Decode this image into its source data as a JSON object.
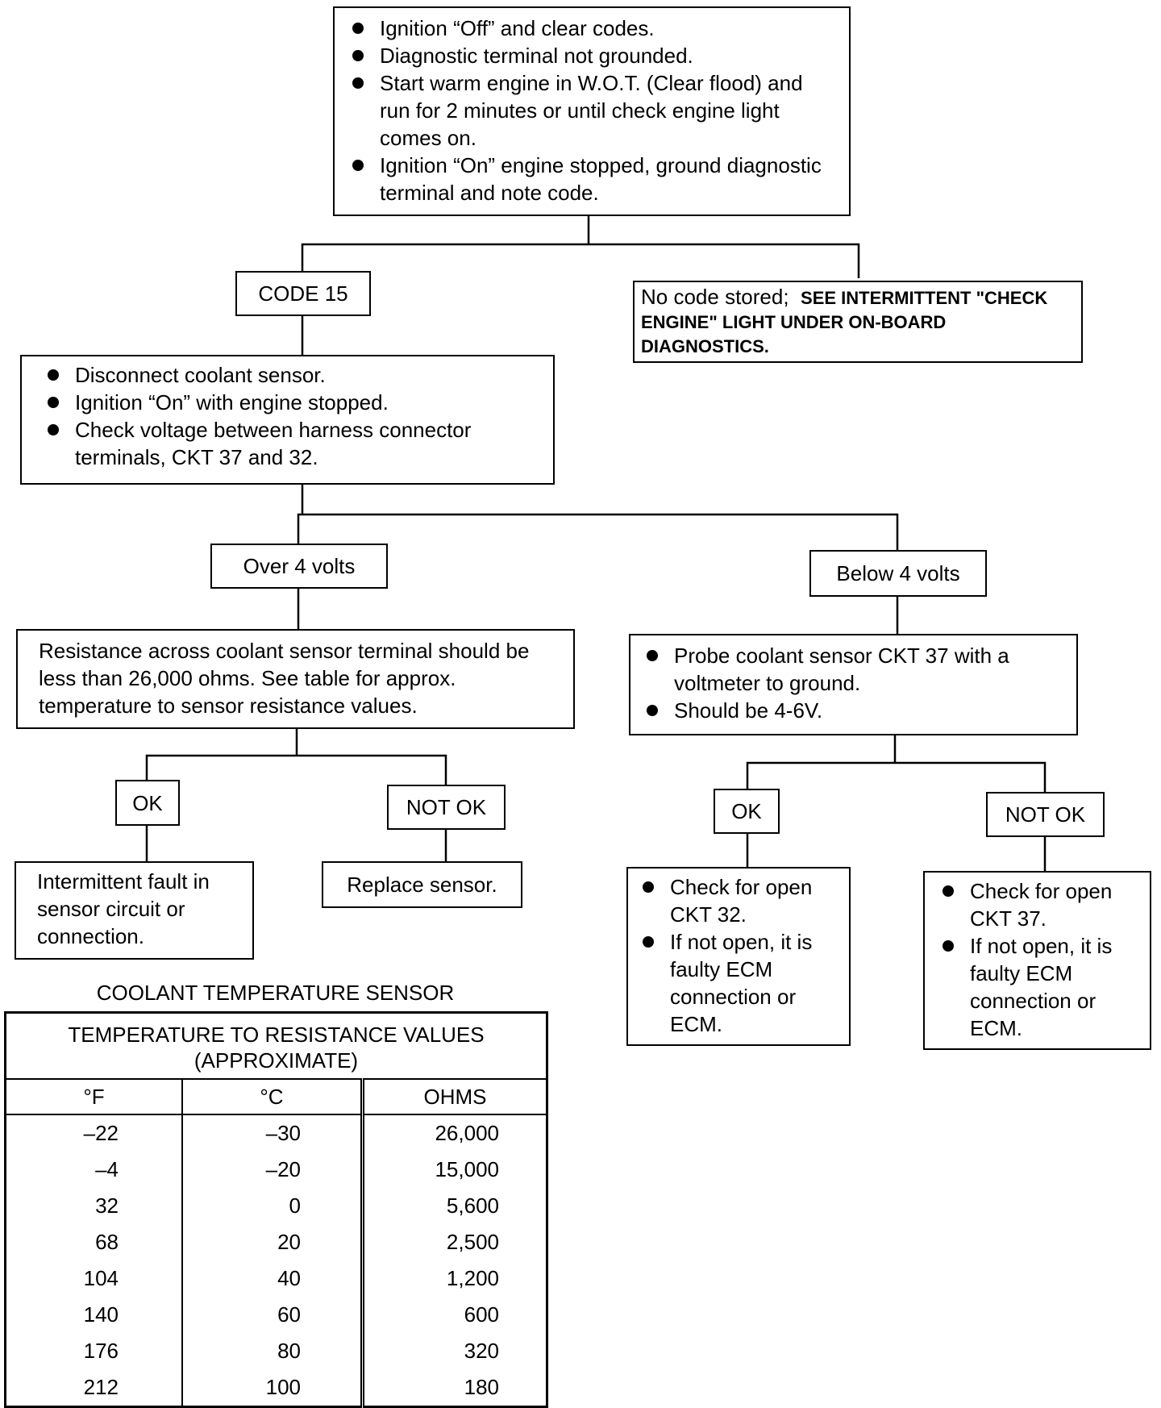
{
  "start_box": {
    "items": [
      "Ignition “Off” and clear codes.",
      "Diagnostic terminal not grounded.",
      "Start warm engine in W.O.T. (Clear flood) and run for 2 minutes or until check engine light comes on.",
      "Ignition “On” engine stopped, ground diagnostic terminal and note code."
    ]
  },
  "code15": "CODE 15",
  "no_code": {
    "lead": "No code stored;",
    "text": "SEE INTERMITTENT \"CHECK ENGINE\" LIGHT UNDER ON-BOARD DIAGNOSTICS."
  },
  "disconnect_box": {
    "items": [
      "Disconnect coolant sensor.",
      "Ignition “On” with engine stopped.",
      "Check voltage between harness connector terminals, CKT 37 and 32."
    ]
  },
  "over4": "Over 4 volts",
  "below4": "Below 4 volts",
  "resistance_box": "Resistance across coolant sensor terminal should be less than 26,000 ohms. See table for approx. temperature to sensor resistance values.",
  "probe_box": {
    "items": [
      "Probe coolant sensor CKT 37 with a voltmeter to ground.",
      "Should be 4-6V."
    ]
  },
  "ok_left": "OK",
  "notok_left": "NOT OK",
  "ok_right": "OK",
  "notok_right": "NOT OK",
  "intermittent_box": "Intermittent fault in sensor circuit or connection.",
  "replace_box": "Replace sensor.",
  "ckt32_box": {
    "items": [
      "Check for open CKT 32.",
      "If not open, it is faulty ECM connection or ECM."
    ]
  },
  "ckt37_box": {
    "items": [
      "Check for open CKT 37.",
      "If not open, it is faulty ECM connection or ECM."
    ]
  },
  "table": {
    "title": "COOLANT TEMPERATURE SENSOR",
    "header_line1": "TEMPERATURE TO RESISTANCE VALUES",
    "header_line2": "(APPROXIMATE)",
    "columns": [
      "°F",
      "°C",
      "OHMS"
    ],
    "rows": [
      [
        "–22",
        "–30",
        "26,000"
      ],
      [
        "–4",
        "–20",
        "15,000"
      ],
      [
        "32",
        "0",
        "5,600"
      ],
      [
        "68",
        "20",
        "2,500"
      ],
      [
        "104",
        "40",
        "1,200"
      ],
      [
        "140",
        "60",
        "600"
      ],
      [
        "176",
        "80",
        "320"
      ],
      [
        "212",
        "100",
        "180"
      ]
    ]
  }
}
